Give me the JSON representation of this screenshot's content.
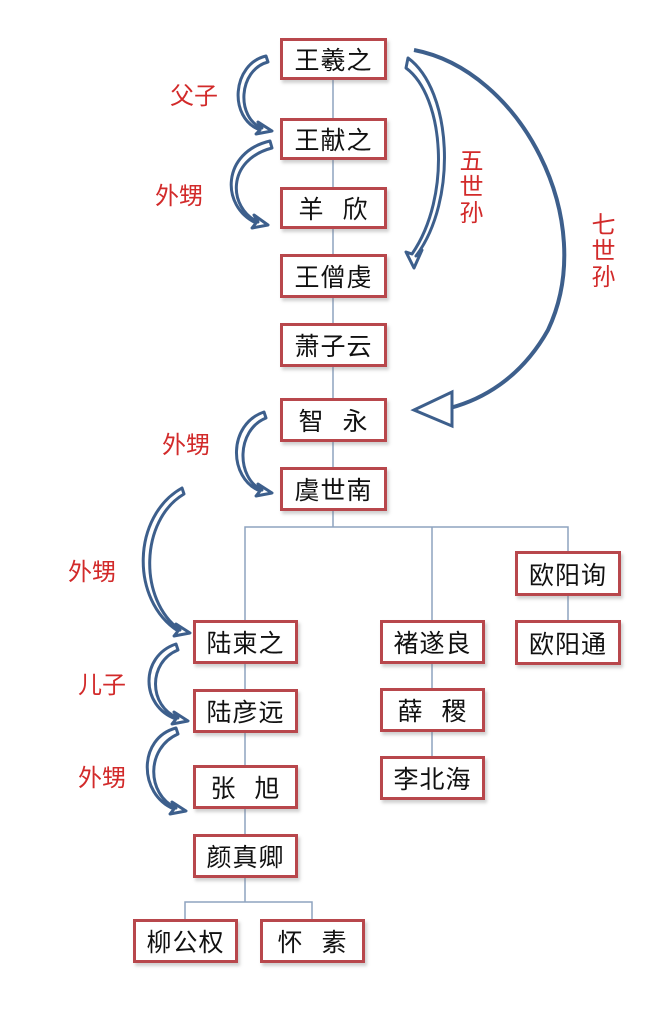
{
  "diagram": {
    "type": "calligraphy-lineage-tree",
    "nodes": {
      "wang_xizhi": "王羲之",
      "wang_xianzhi": "王献之",
      "yang_xin": "羊  欣",
      "wang_sengqian": "王僧虔",
      "xiao_ziyun": "萧子云",
      "zhi_yong": "智  永",
      "yu_shinan": "虞世南",
      "lu_jianzhi": "陆柬之",
      "lu_yanyuan": "陆彦远",
      "zhang_xu": "张  旭",
      "yan_zhenqing": "颜真卿",
      "liu_gongquan": "柳公权",
      "huai_su": "怀  素",
      "chu_suiliang": "褚遂良",
      "xue_ji": "薛  稷",
      "li_beihai": "李北海",
      "ouyang_xun": "欧阳询",
      "ouyang_tong": "欧阳通"
    },
    "relations": {
      "father_son": "父子",
      "nephew_1": "外甥",
      "nephew_2": "外甥",
      "nephew_3": "外甥",
      "son": "儿子",
      "nephew_4": "外甥",
      "fifth_gen": "五世孙",
      "seventh_gen": "七世孙"
    },
    "edges": [
      [
        "wang_xizhi",
        "wang_xianzhi"
      ],
      [
        "wang_xianzhi",
        "yang_xin"
      ],
      [
        "yang_xin",
        "wang_sengqian"
      ],
      [
        "wang_sengqian",
        "xiao_ziyun"
      ],
      [
        "xiao_ziyun",
        "zhi_yong"
      ],
      [
        "zhi_yong",
        "yu_shinan"
      ],
      [
        "yu_shinan",
        "lu_jianzhi"
      ],
      [
        "yu_shinan",
        "chu_suiliang"
      ],
      [
        "yu_shinan",
        "ouyang_xun"
      ],
      [
        "lu_jianzhi",
        "lu_yanyuan"
      ],
      [
        "lu_yanyuan",
        "zhang_xu"
      ],
      [
        "zhang_xu",
        "yan_zhenqing"
      ],
      [
        "yan_zhenqing",
        "liu_gongquan"
      ],
      [
        "yan_zhenqing",
        "huai_su"
      ],
      [
        "chu_suiliang",
        "xue_ji"
      ],
      [
        "xue_ji",
        "li_beihai"
      ],
      [
        "ouyang_xun",
        "ouyang_tong"
      ]
    ],
    "colors": {
      "box_border": "#b8474c",
      "relation_text": "#d22a2a",
      "arrow": "#3d5f8c",
      "connector": "#8ea3bf"
    }
  }
}
